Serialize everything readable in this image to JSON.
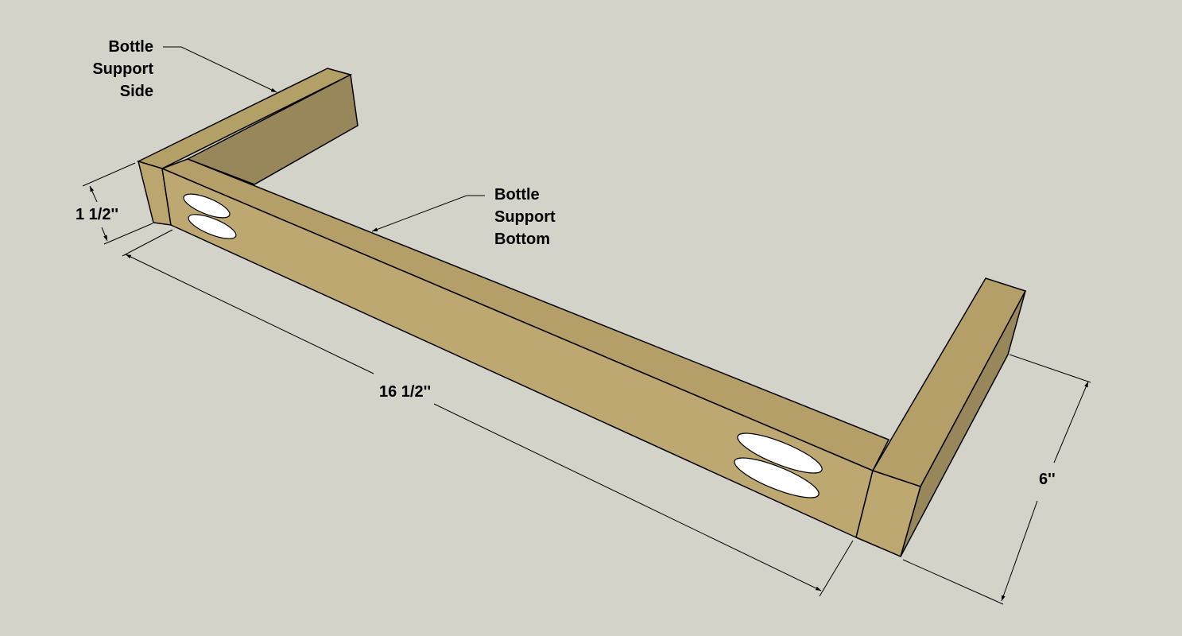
{
  "callouts": {
    "side": [
      "Bottle",
      "Support",
      "Side"
    ],
    "bottom": [
      "Bottle",
      "Support",
      "Bottom"
    ]
  },
  "dimensions": {
    "thickness": "1 1/2''",
    "length": "16 1/2''",
    "height": "6''"
  },
  "colors": {
    "background": "#d3d3c9",
    "wood_front": "#bea872",
    "wood_top": "#b49e67",
    "wood_side_dark": "#98875a",
    "pocket_hole": "#ffffff",
    "line": "#000000"
  }
}
